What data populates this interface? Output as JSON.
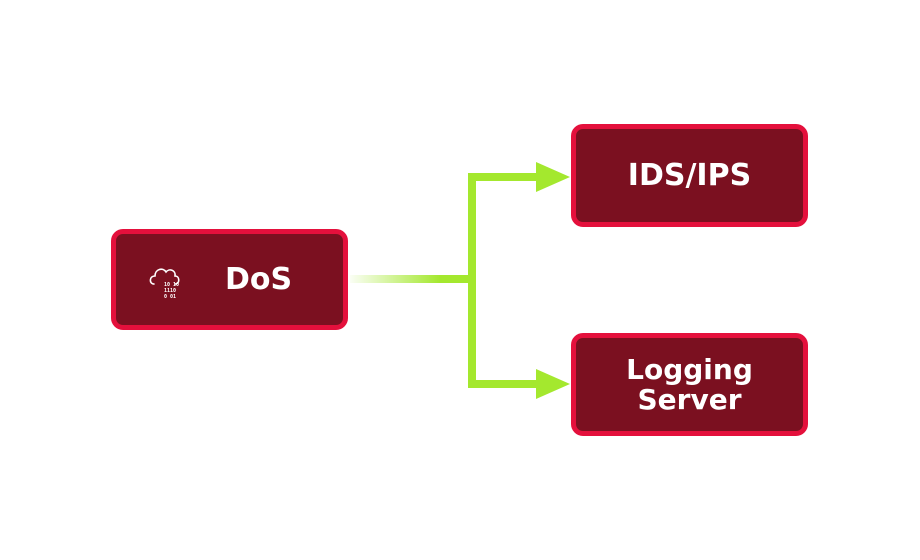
{
  "diagram": {
    "source": {
      "label": "DoS",
      "icon": "cloud-binary-icon"
    },
    "targets": [
      {
        "label": "IDS/IPS"
      },
      {
        "label_lines": [
          "Logging",
          "Server"
        ]
      }
    ],
    "colors": {
      "node_fill": "#7b1020",
      "node_border": "#e4103c",
      "connector": "#a4e82e",
      "text": "#ffffff"
    }
  }
}
